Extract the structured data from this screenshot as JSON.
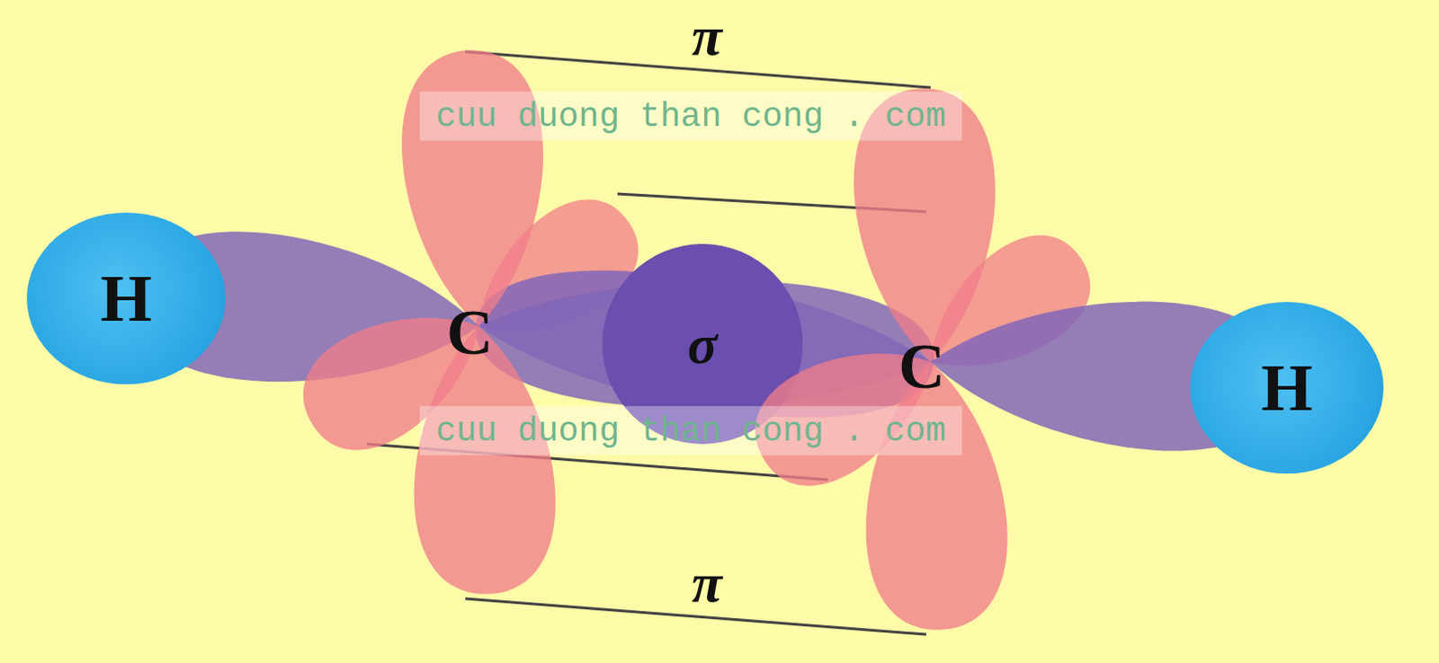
{
  "diagram": {
    "nodes": [
      {
        "text": [
          "H"
        ]
      },
      {
        "text": [
          "H"
        ]
      }
    ],
    "labels": [
      "π",
      "cuu duong than cong . com",
      "C",
      "σ",
      "C",
      "cuu duong than cong . com",
      "π"
    ]
  }
}
